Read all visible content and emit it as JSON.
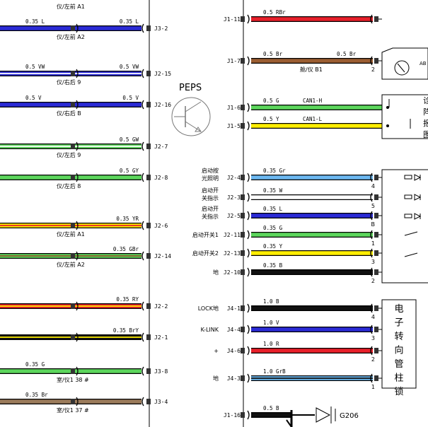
{
  "peps_label": "PEPS",
  "left_rows": [
    {
      "wire_l": "0.35 L",
      "wire_r": "0.35 L",
      "pin": "J3-2",
      "conn": "仪/左前 A2",
      "colors": [
        "#2b2bd6"
      ]
    },
    {
      "wire_l": "0.5 VW",
      "wire_r": "0.5 VW",
      "pin": "J2-15",
      "conn": "仪/右后 9",
      "colors": [
        "#2b2bd6",
        "#ffffff"
      ]
    },
    {
      "wire_l": "0.5 V",
      "wire_r": "0.5 V",
      "pin": "J2-16",
      "conn": "仪/右后 B",
      "colors": [
        "#2b2bd6"
      ]
    },
    {
      "wire_l": "",
      "wire_r": "0.5 GW",
      "pin": "J2-7",
      "conn": "仪/左后 9",
      "colors": [
        "#5cd65c",
        "#ffffff"
      ]
    },
    {
      "wire_l": "",
      "wire_r": "0.5 GY",
      "pin": "J2-8",
      "conn": "仪/左后 8",
      "colors": [
        "#5cd65c"
      ]
    },
    {
      "wire_l": "",
      "wire_r": "0.35 YR",
      "pin": "J2-6",
      "conn": "仪/左前 A1",
      "colors": [
        "#ffee00",
        "#e8202a"
      ]
    },
    {
      "wire_l": "",
      "wire_r": "0.35 GBr",
      "pin": "J2-14",
      "conn": "仪/左前 A2",
      "colors": [
        "#5cd65c",
        "#8b5a2b"
      ]
    },
    {
      "wire_l": "",
      "wire_r": "0.35 RY",
      "pin": "J2-2",
      "conn": "",
      "colors": [
        "#e8202a",
        "#ffee00"
      ]
    },
    {
      "wire_l": "",
      "wire_r": "0.35 BrY",
      "pin": "J2-1",
      "conn": "",
      "colors": [
        "#111111",
        "#ffee00"
      ]
    },
    {
      "wire_l": "0.35 G",
      "wire_r": "",
      "pin": "J3-8",
      "conn": "室/仪1 38 #",
      "colors": [
        "#5cd65c"
      ]
    },
    {
      "wire_l": "0.35 Br",
      "wire_r": "",
      "pin": "J3-4",
      "conn": "室/仪1 37 #",
      "colors": [
        "#9b7b5b"
      ]
    }
  ],
  "top_partial": "仪/左前 A1",
  "right_rows": [
    {
      "pin": "J1-11",
      "name": "",
      "wire": "0.5 RBr",
      "wire2": "",
      "conn": "",
      "end_pin": "",
      "colors": [
        "#e8202a"
      ]
    },
    {
      "pin": "J1-7",
      "name": "",
      "wire": "0.5 Br",
      "wire2": "0.5 Br",
      "conn": "舱/仪 B1",
      "end_pin": "2",
      "colors": [
        "#9b5e32"
      ]
    },
    {
      "pin": "J1-6",
      "name": "",
      "wire": "0.5 G",
      "wire2": "CAN1-H",
      "conn": "",
      "end_pin": "",
      "colors": [
        "#5cd65c"
      ]
    },
    {
      "pin": "J1-5",
      "name": "",
      "wire": "0.5 Y",
      "wire2": "CAN1-L",
      "conn": "",
      "end_pin": "",
      "colors": [
        "#ffee00"
      ]
    },
    {
      "pin": "J2-4",
      "name": "启动按\n光照明",
      "wire": "0.35 Gr",
      "wire2": "",
      "conn": "",
      "end_pin": "4",
      "colors": [
        "#6cb8f0"
      ]
    },
    {
      "pin": "J2-3",
      "name": "启动开\n关指示",
      "wire": "0.35 W",
      "wire2": "",
      "conn": "",
      "end_pin": "5",
      "colors": [
        "#ffffff"
      ]
    },
    {
      "pin": "J2-5",
      "name": "启动开\n关指示",
      "wire": "0.35 L",
      "wire2": "",
      "conn": "",
      "end_pin": "B",
      "colors": [
        "#2b2bd6"
      ]
    },
    {
      "pin": "J2-11",
      "name": "启动开关1",
      "wire": "0.35 G",
      "wire2": "",
      "conn": "",
      "end_pin": "1",
      "colors": [
        "#5cd65c"
      ]
    },
    {
      "pin": "J2-13",
      "name": "启动开关2",
      "wire": "0.35 Y",
      "wire2": "",
      "conn": "",
      "end_pin": "3",
      "colors": [
        "#ffee00"
      ]
    },
    {
      "pin": "J2-10",
      "name": "地",
      "wire": "0.35 B",
      "wire2": "",
      "conn": "",
      "end_pin": "2",
      "colors": [
        "#111111"
      ]
    },
    {
      "pin": "J4-1",
      "name": "LOCK地",
      "wire": "1.0 B",
      "wire2": "",
      "conn": "",
      "end_pin": "4",
      "colors": [
        "#111111"
      ]
    },
    {
      "pin": "J4-4",
      "name": "K-LINK",
      "wire": "1.0 V",
      "wire2": "",
      "conn": "",
      "end_pin": "3",
      "colors": [
        "#2b2bd6"
      ]
    },
    {
      "pin": "J4-6",
      "name": "+",
      "wire": "1.0 R",
      "wire2": "",
      "conn": "",
      "end_pin": "2",
      "colors": [
        "#e8202a"
      ]
    },
    {
      "pin": "J4-3",
      "name": "地",
      "wire": "1.0 GrB",
      "wire2": "",
      "conn": "",
      "end_pin": "1",
      "colors": [
        "#6cb8f0",
        "#111111"
      ]
    },
    {
      "pin": "J1-16",
      "name": "",
      "wire": "0.5 B",
      "wire2": "",
      "conn": "",
      "end_pin": "",
      "colors": [
        "#111111"
      ]
    }
  ],
  "steering_lock_label": "电子转向管柱锁",
  "ground_label": "G206",
  "ab_label": "AB",
  "clipped_chars": [
    "诊",
    "阵",
    "报",
    "图"
  ]
}
